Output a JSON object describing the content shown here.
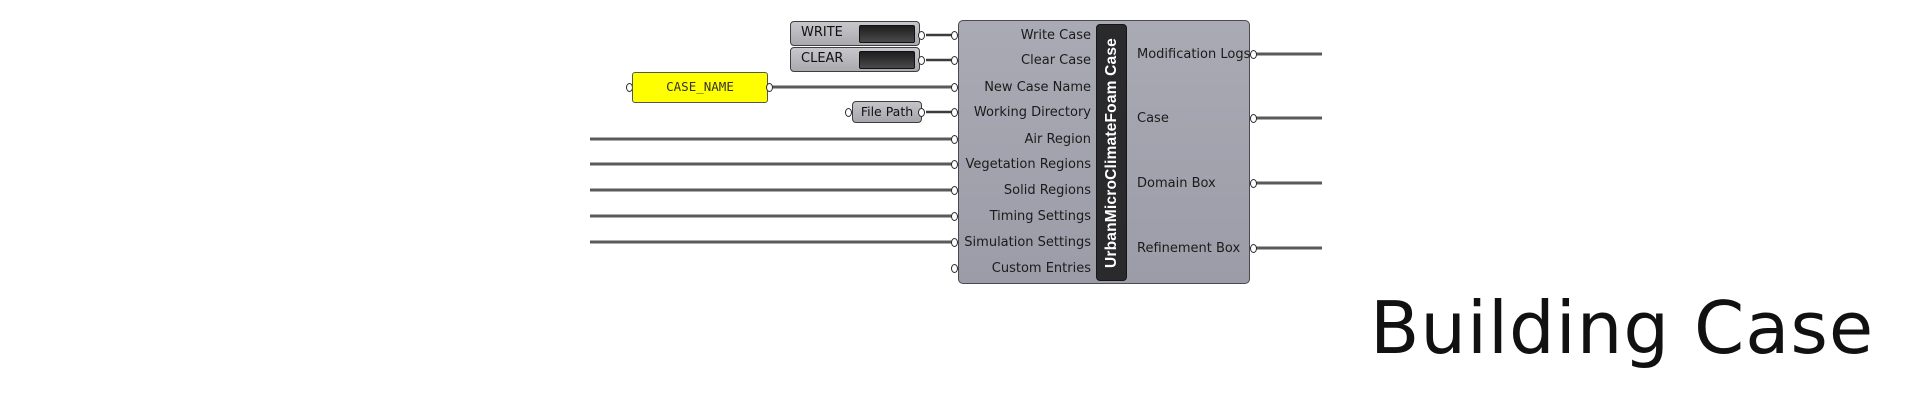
{
  "component": {
    "name": "UrbanMicroClimateFoam Case",
    "inputs": [
      "Write Case",
      "Clear Case",
      "New Case Name",
      "Working Directory",
      "Air Region",
      "Vegetation Regions",
      "Solid Regions",
      "Timing Settings",
      "Simulation Settings",
      "Custom Entries"
    ],
    "outputs": [
      "Modification Logs",
      "Case",
      "Domain Box",
      "Refinement Box"
    ]
  },
  "toggles": {
    "write_label": "WRITE",
    "clear_label": "CLEAR"
  },
  "panel": {
    "text": "CASE_NAME"
  },
  "file_path": {
    "label": "File Path"
  },
  "page": {
    "title": "Building Case"
  },
  "colors": {
    "component_body": "#a3a3ae",
    "title_strip": "#2a2a2d",
    "panel_yellow": "#ffff00",
    "wire": "#5a5a5a"
  }
}
